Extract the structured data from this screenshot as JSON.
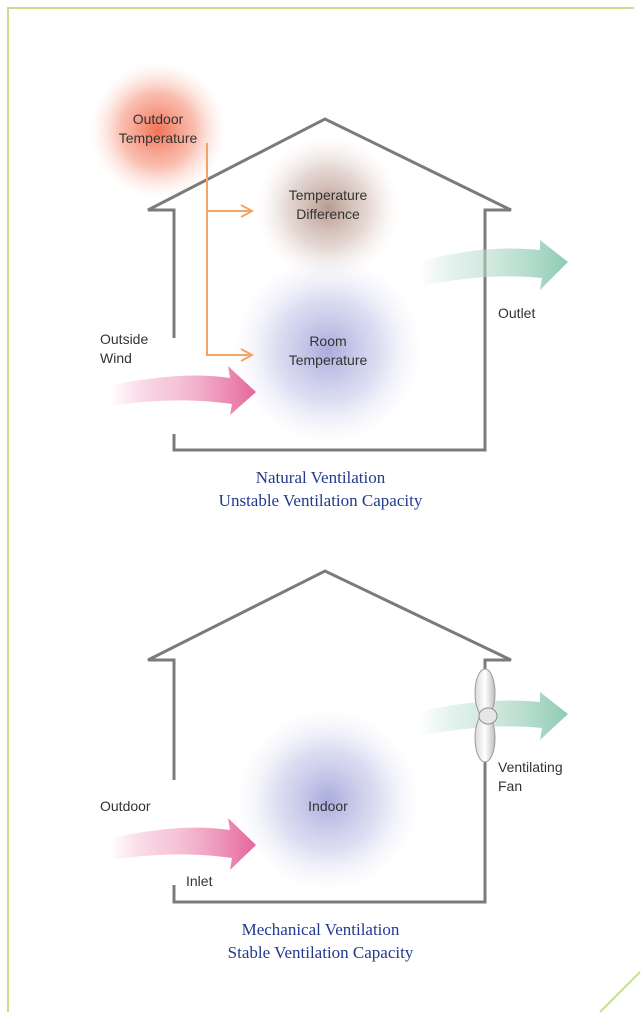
{
  "colors": {
    "border": "#c5de8f",
    "house_outline": "#7b7b7b",
    "caption": "#233a8c",
    "outdoor_temp_glow": "#f26b4e",
    "temp_difference_glow": "#a0786a",
    "room_glow": "#8c8fd0",
    "inflow_arrow": "#e96ca0",
    "outflow_arrow": "#8fcbb4",
    "connector_arrow": "#f4a465"
  },
  "natural": {
    "outdoor_temperature": [
      "Outdoor",
      "Temperature"
    ],
    "temperature_difference": [
      "Temperature",
      "Difference"
    ],
    "room_temperature": [
      "Room",
      "Temperature"
    ],
    "outside_wind": [
      "Outside",
      "Wind"
    ],
    "outlet": "Outlet",
    "caption": [
      "Natural Ventilation",
      "Unstable Ventilation Capacity"
    ]
  },
  "mechanical": {
    "indoor": "Indoor",
    "outdoor": "Outdoor",
    "inlet": "Inlet",
    "ventilating_fan": [
      "Ventilating",
      "Fan"
    ],
    "caption": [
      "Mechanical Ventilation",
      "Stable Ventilation Capacity"
    ]
  }
}
